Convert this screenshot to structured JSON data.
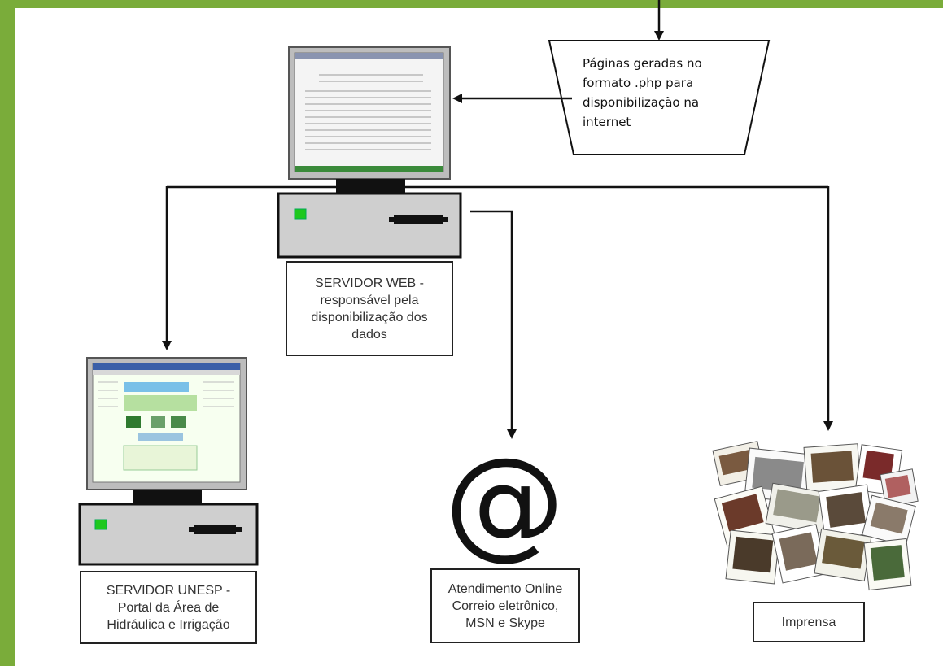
{
  "diagram": {
    "page_generator_label": "Páginas geradas no\nformato .php para\ndisponibilização na\ninternet",
    "web_server_label": "SERVIDOR WEB -\nresponsável pela\ndisponibilização dos\ndados",
    "unesp_server_label": "SERVIDOR UNESP -\nPortal da Área de\nHidráulica e Irrigação",
    "online_service_label": "Atendimento Online\nCorreio eletrônico,\nMSN e Skype",
    "at_symbol": "@",
    "press_label": "Imprensa"
  },
  "colors": {
    "border_green": "#7aac3a",
    "led_green": "#1ec81e",
    "line": "#111111"
  },
  "icons": [
    "monitor-icon",
    "server-icon",
    "at-sign-icon",
    "newspaper-collage-icon"
  ]
}
